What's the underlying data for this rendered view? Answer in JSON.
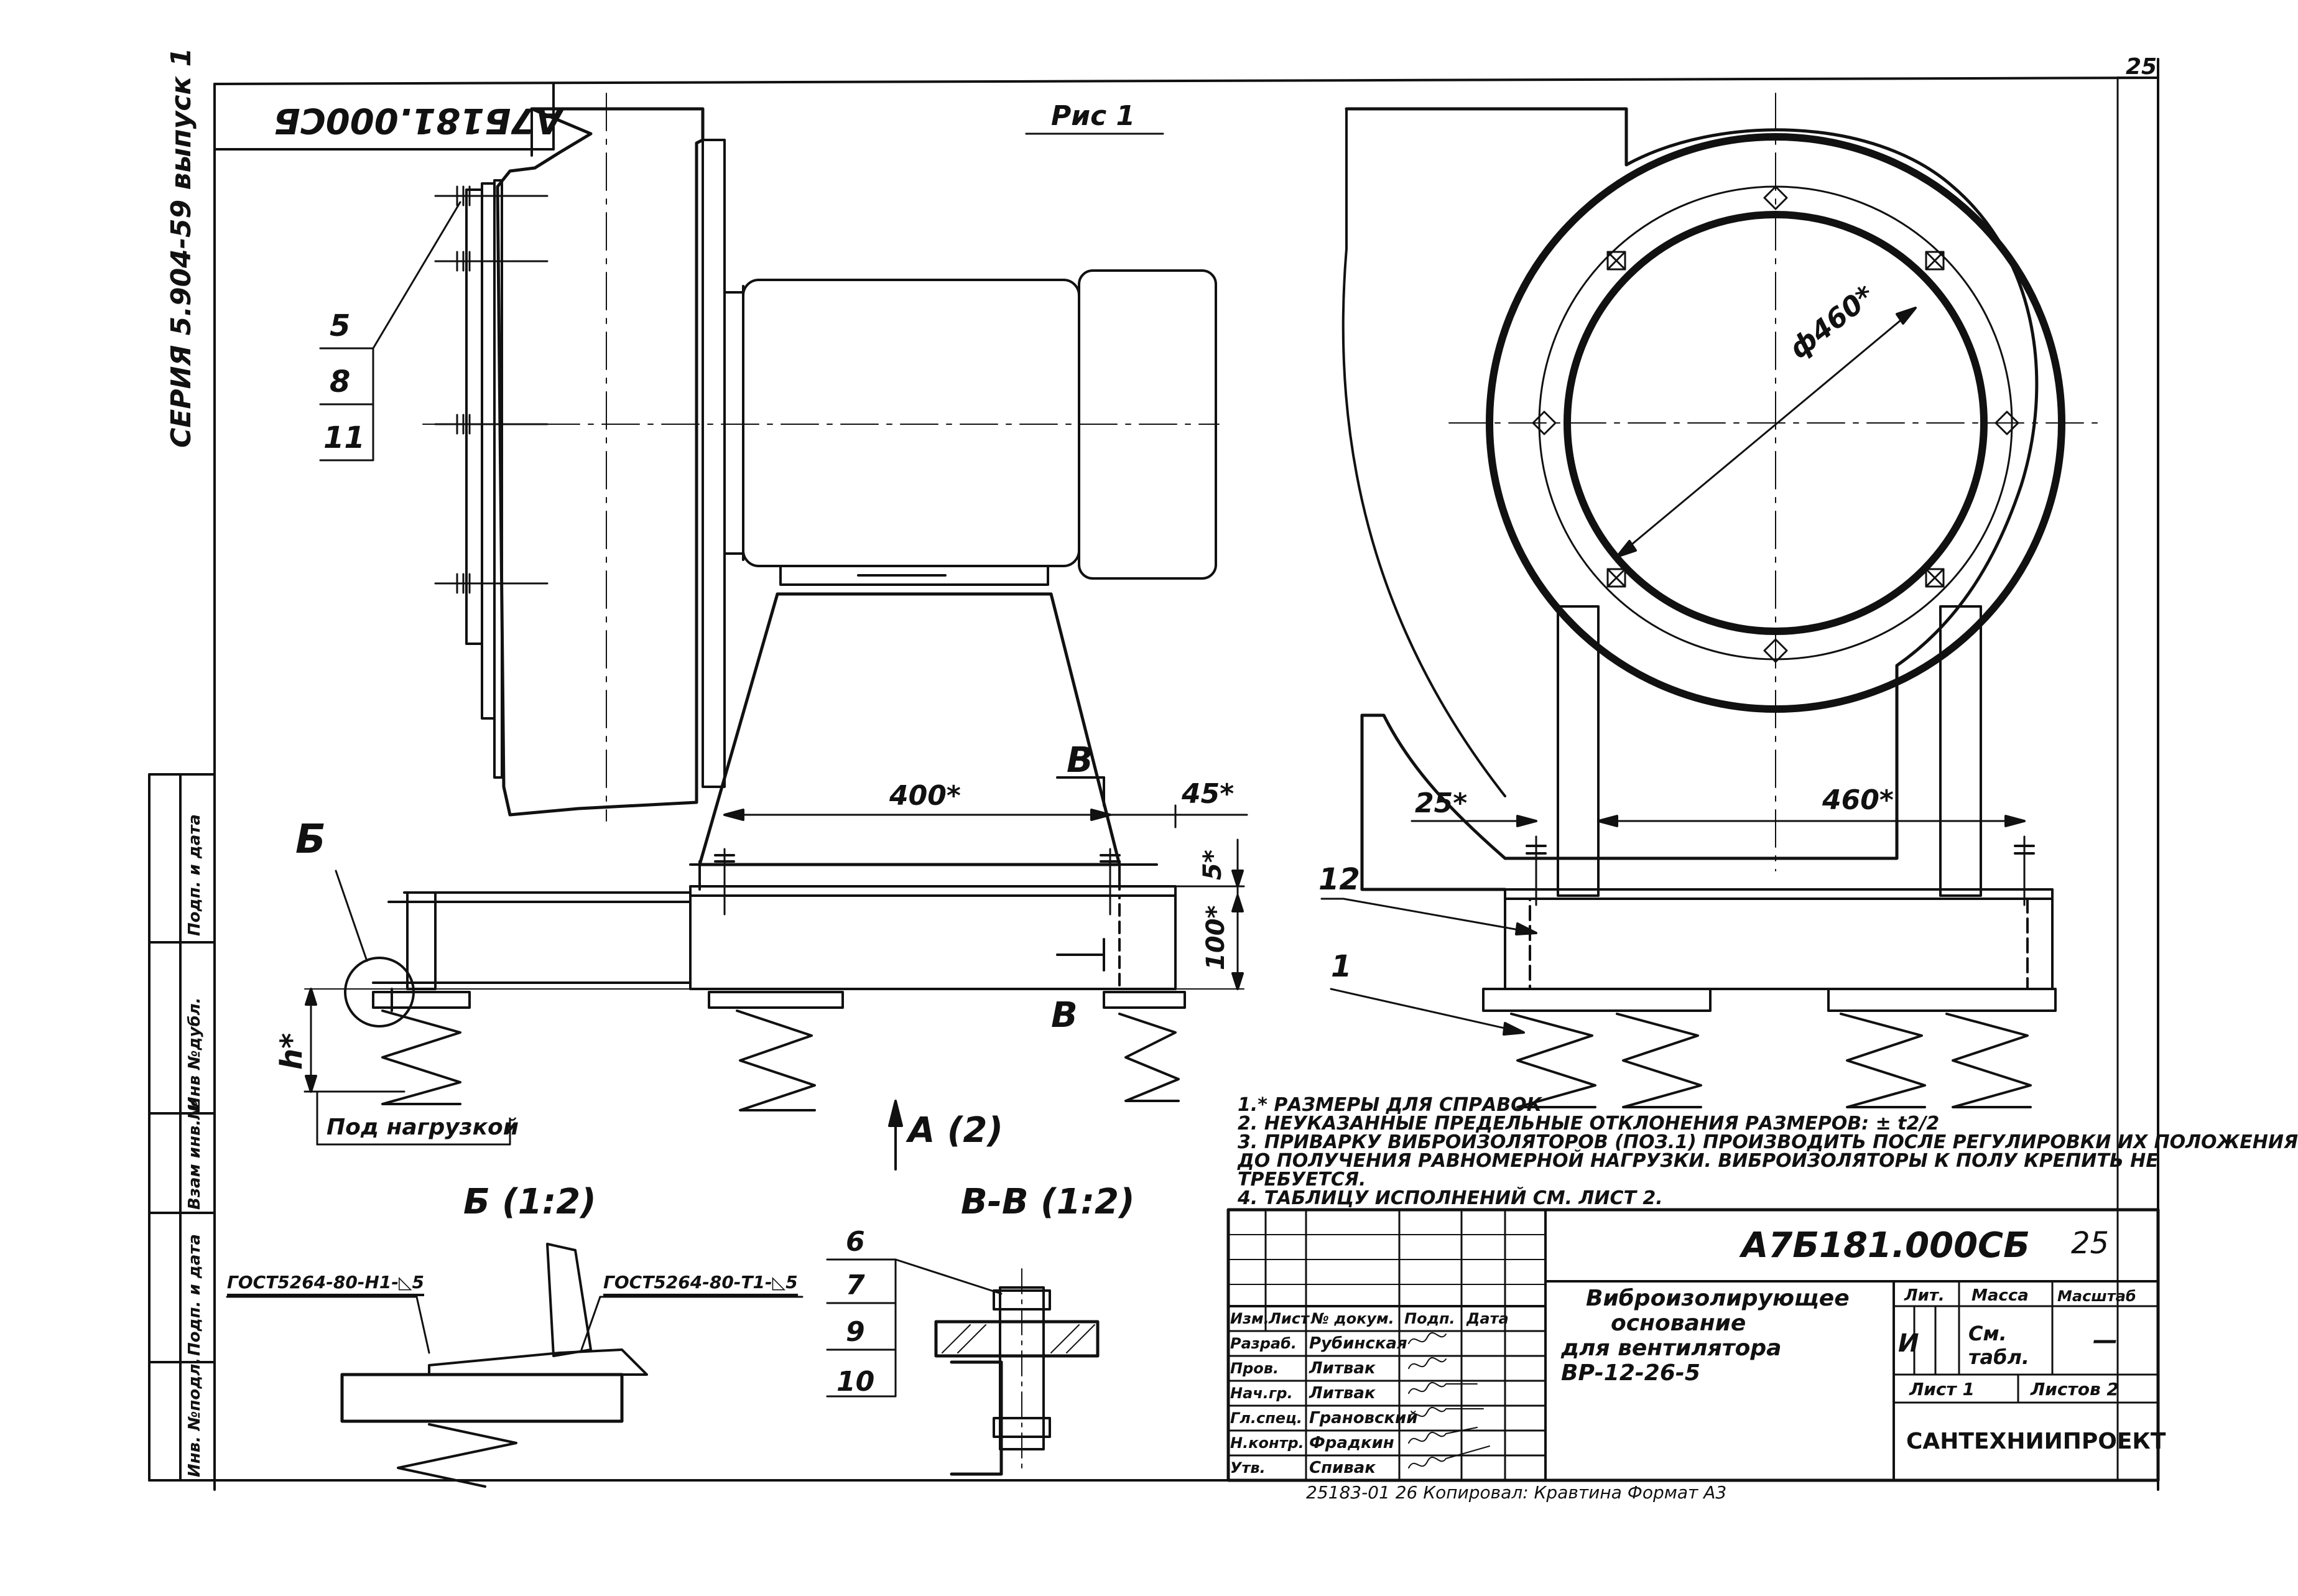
{
  "sheet_number": "25",
  "sheet_number_handwritten": "25",
  "drawing_code_top": "А7Б181.000СБ",
  "series": "СЕРИЯ 5.904-59 выпуск 1",
  "figure_title": "Рис 1",
  "side_view": {
    "callouts": [
      "5",
      "8",
      "11"
    ],
    "dim_400": "400*",
    "dim_45": "45*",
    "dim_5": "5*",
    "dim_100": "100*",
    "dim_h": "h*",
    "section_B_top": "В",
    "section_B_bottom": "В",
    "detail_ref": "Б",
    "under_load": "Под нагрузкой",
    "view_A": "А (2)"
  },
  "front_view": {
    "dim_diameter": "ф460*",
    "dim_25": "25*",
    "dim_460": "460*",
    "callout_12": "12",
    "callout_1": "1"
  },
  "detail_B": {
    "title": "Б (1:2)",
    "weld_left": "ГОСТ5264-80-Н1-◺5",
    "weld_right": "ГОСТ5264-80-Т1-◺5"
  },
  "section_VV": {
    "title": "В-В (1:2)",
    "callouts": [
      "6",
      "7",
      "9",
      "10"
    ]
  },
  "notes": [
    "1.* РАЗМЕРЫ ДЛЯ СПРАВОК",
    "2. НЕУКАЗАННЫЕ ПРЕДЕЛЬНЫЕ ОТКЛОНЕНИЯ РАЗМЕРОВ: ± t2/2",
    "3. ПРИВАРКУ ВИБРОИЗОЛЯТОРОВ (ПОЗ.1) ПРОИЗВОДИТЬ ПОСЛЕ РЕГУЛИРОВКИ ИХ ПОЛОЖЕНИЯ",
    "   ДО ПОЛУЧЕНИЯ РАВНОМЕРНОЙ НАГРУЗКИ. ВИБРОИЗОЛЯТОРЫ К ПОЛУ КРЕПИТЬ НЕ",
    "   ТРЕБУЕТСЯ.",
    "4. ТАБЛИЦУ ИСПОЛНЕНИЙ СМ. ЛИСТ 2."
  ],
  "left_strip": [
    "Инв. №подл.",
    "Подп. и дата",
    "Взам инв.№",
    "Инв №дубл.",
    "Подп. и дата"
  ],
  "title_block": {
    "designation": "А7Б181.000СБ",
    "designation_hand": "25",
    "product_name": [
      "Виброизолирующее",
      "основание",
      "для вентилятора",
      "ВР-12-26-5"
    ],
    "headers": [
      "Изм.",
      "Лист",
      "№ докум.",
      "Подп.",
      "Дата"
    ],
    "roles": [
      {
        "role": "Разраб.",
        "name": "Рубинская"
      },
      {
        "role": "Пров.",
        "name": "Литвак"
      },
      {
        "role": "Нач.гр.",
        "name": "Литвак"
      },
      {
        "role": "Гл.спец.",
        "name": "Грановский"
      },
      {
        "role": "Н.контр.",
        "name": "Фрадкин"
      },
      {
        "role": "Утв.",
        "name": "Спивак"
      }
    ],
    "lit_header": "Лит.",
    "mass_header": "Масса",
    "scale_header": "Масштаб",
    "lit_value": "И",
    "mass_value": "См. табл.",
    "scale_value": "—",
    "sheet_label": "Лист 1",
    "sheets_label": "Листов 2",
    "organization": "САНТЕХНИИПРОЕКТ"
  },
  "footer": "25183-01   26   Копировал: Кравтина            Формат А3"
}
